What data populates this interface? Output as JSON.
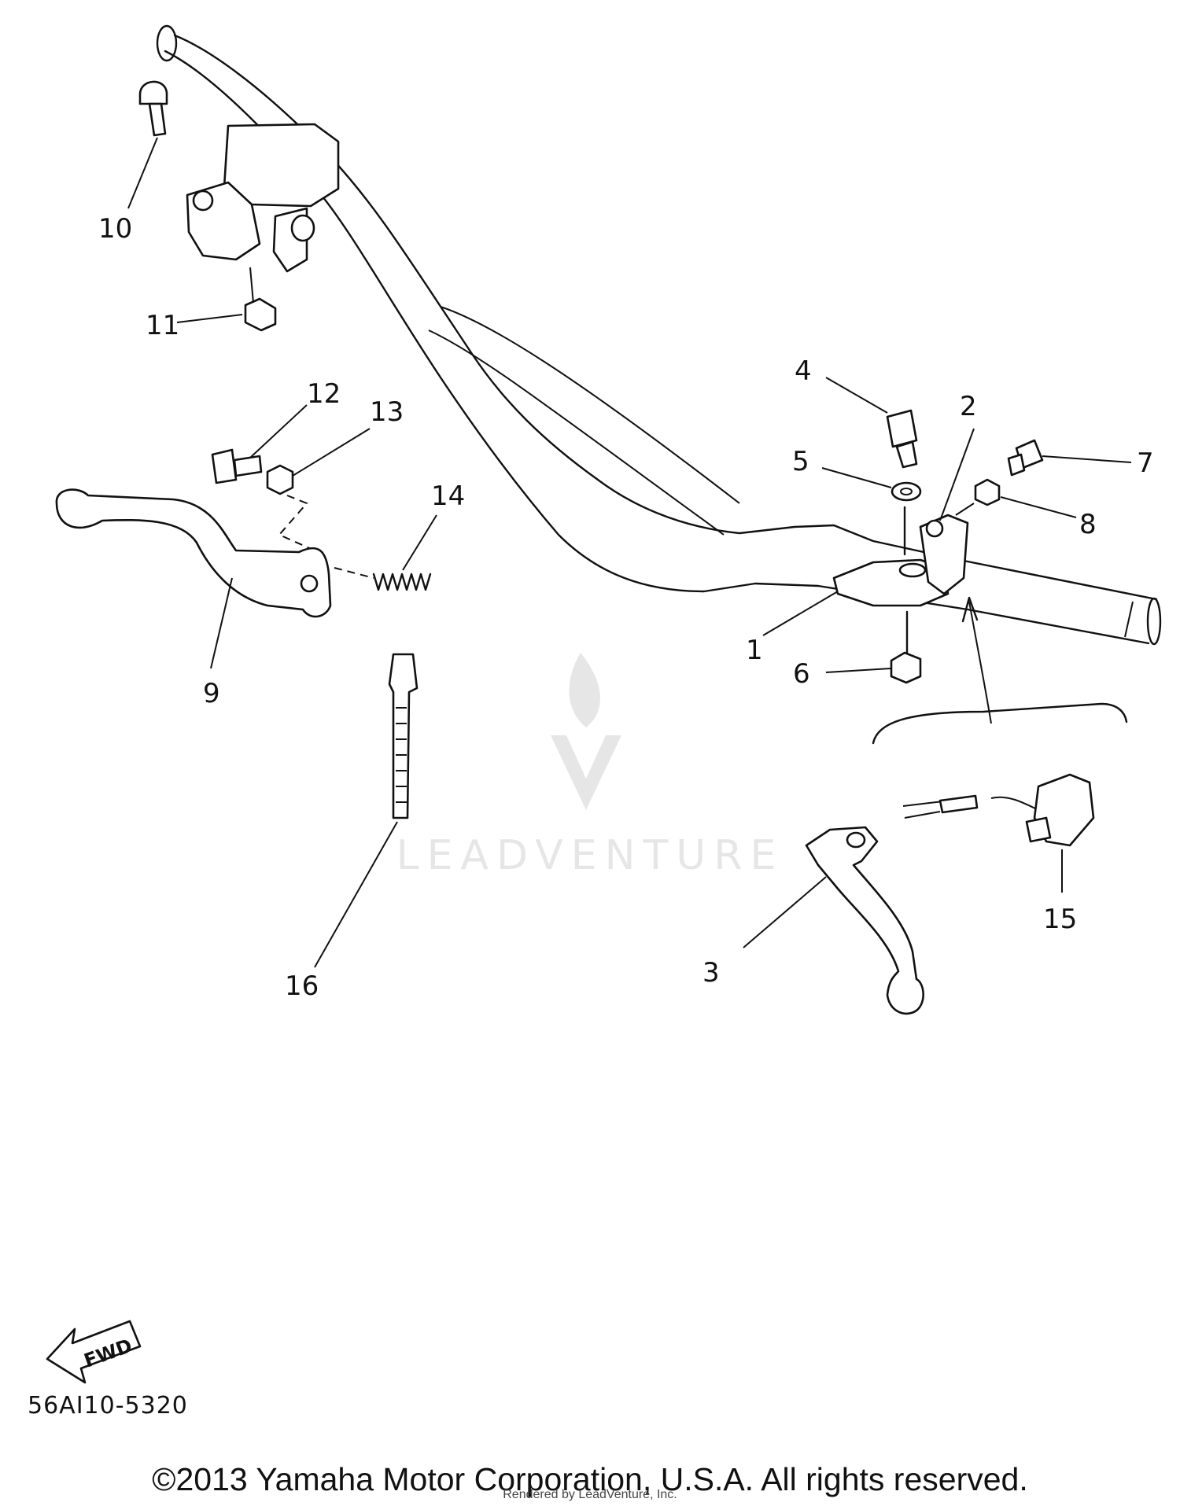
{
  "callouts": {
    "c1": "1",
    "c2": "2",
    "c3": "3",
    "c4": "4",
    "c5": "5",
    "c6": "6",
    "c7": "7",
    "c8": "8",
    "c9": "9",
    "c10": "10",
    "c11": "11",
    "c12": "12",
    "c13": "13",
    "c14": "14",
    "c15": "15",
    "c16": "16"
  },
  "fwd_label": "FWD",
  "part_code": "56AI10-5320",
  "watermark": "LEADVENTURE",
  "copyright": "©2013 Yamaha Motor Corporation, U.S.A. All rights reserved.",
  "render_note": "Rendered by LeadVenture, Inc."
}
